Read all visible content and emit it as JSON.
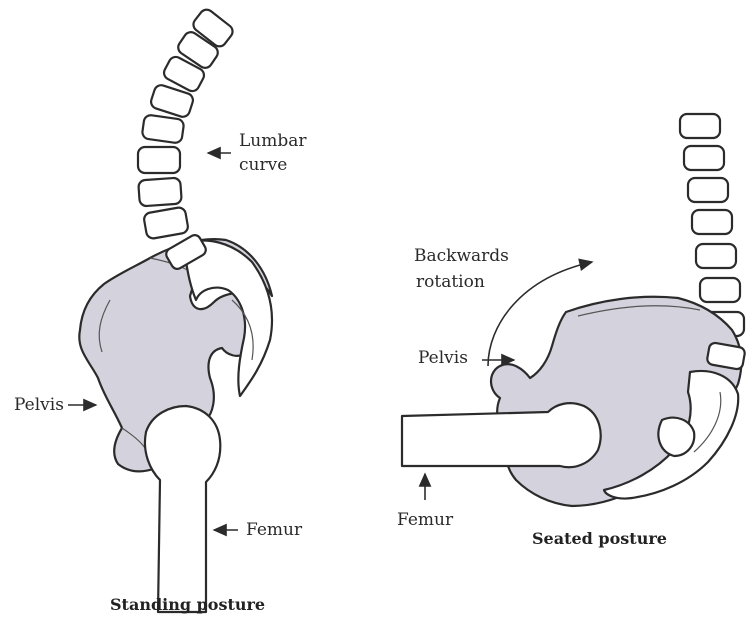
{
  "standing": {
    "lumbar_label_line1": "Lumbar",
    "lumbar_label_line2": "curve",
    "pelvis_label": "Pelvis",
    "femur_label": "Femur",
    "caption": "Standing posture"
  },
  "seated": {
    "rotation_label_line1": "Backwards",
    "rotation_label_line2": "rotation",
    "pelvis_label": "Pelvis",
    "femur_label": "Femur",
    "caption": "Seated posture"
  },
  "colors": {
    "bone_fill": "#d4d2dc",
    "outline": "#2b2b2b",
    "background": "#ffffff"
  }
}
